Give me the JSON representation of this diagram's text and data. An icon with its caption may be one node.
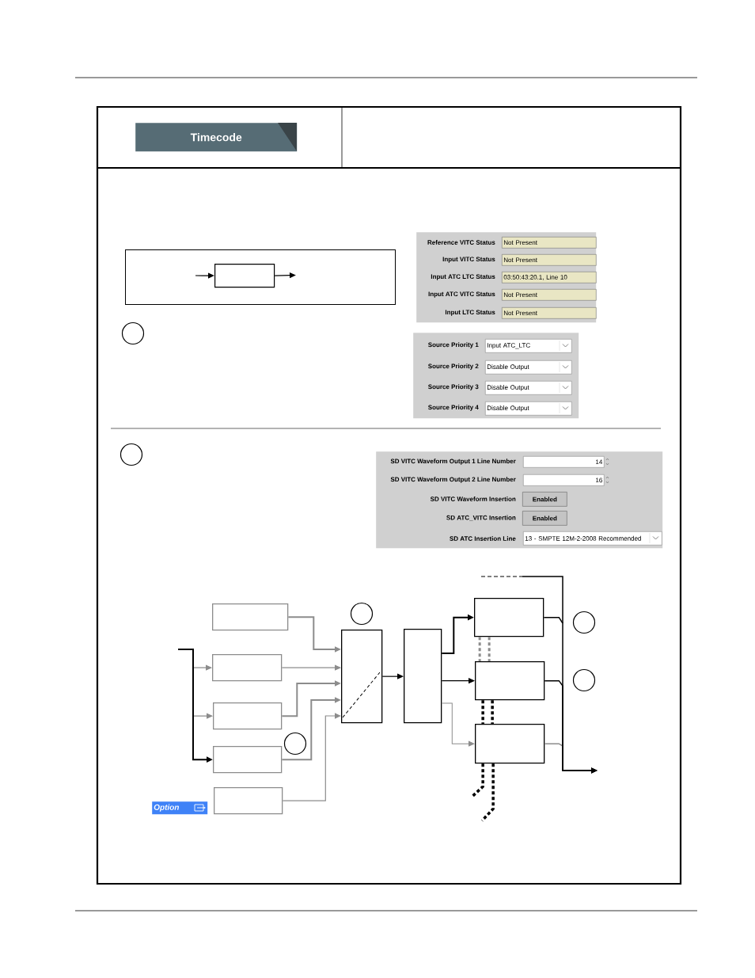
{
  "diagram": {
    "nodes": [
      {
        "text": [
          "Timecode"
        ]
      },
      {
        "text": [],
        "shape": "box"
      },
      {
        "text": [],
        "shape": "box",
        "in": 1
      },
      {
        "text": [
          "Reference VITC Status",
          "Input VITC Status",
          "Input ATC LTC Status",
          "Input ATC VITC Status",
          "Input LTC Status"
        ]
      },
      {
        "text": [
          "Not Present"
        ],
        "in": 3
      },
      {
        "text": [
          "Not Present"
        ],
        "in": 3
      },
      {
        "text": [
          "03:50:43:20.1, Line 10"
        ],
        "in": 3
      },
      {
        "text": [
          "Not Present"
        ],
        "in": 3
      },
      {
        "text": [
          "Not Present"
        ],
        "in": 3
      },
      {
        "text": [],
        "shape": "circle"
      },
      {
        "text": [
          "Source Priority 1",
          "Source Priority 2",
          "Source Priority 3",
          "Source Priority 4"
        ]
      },
      {
        "text": [
          "Input ATC_LTC"
        ],
        "in": 10
      },
      {
        "text": [
          "Disable Output"
        ],
        "in": 10
      },
      {
        "text": [
          "Disable Output"
        ],
        "in": 10
      },
      {
        "text": [
          "Disable Output"
        ],
        "in": 10
      },
      {
        "text": [],
        "shape": "circle"
      },
      {
        "text": [
          "SD VITC Waveform Output 1 Line Number",
          "SD VITC Waveform Output 2 Line Number",
          "SD VITC Waveform Insertion",
          "SD ATC_VITC Insertion",
          "SD ATC Insertion Line"
        ]
      },
      {
        "text": [
          "14"
        ],
        "in": 16
      },
      {
        "text": [
          "16"
        ],
        "in": 16
      },
      {
        "text": [
          "Enabled"
        ],
        "in": 16
      },
      {
        "text": [
          "Enabled"
        ],
        "in": 16
      },
      {
        "text": [
          "13 - SMPTE 12M-2-2008 Recommended"
        ],
        "in": 16
      },
      {
        "text": [],
        "shape": "box"
      },
      {
        "text": [],
        "shape": "box"
      },
      {
        "text": [],
        "shape": "box"
      },
      {
        "text": [],
        "shape": "box"
      },
      {
        "text": [],
        "shape": "box"
      },
      {
        "text": [
          "Option"
        ]
      },
      {
        "text": [],
        "shape": "box"
      },
      {
        "text": [],
        "shape": "box"
      },
      {
        "text": [],
        "shape": "box"
      },
      {
        "text": [],
        "shape": "box"
      },
      {
        "text": [],
        "shape": "box"
      },
      {
        "text": [],
        "shape": "circle"
      },
      {
        "text": [],
        "shape": "circle"
      },
      {
        "text": [],
        "shape": "circle"
      },
      {
        "text": [],
        "shape": "circle"
      }
    ],
    "edges": [
      {
        "from": null,
        "to": 2,
        "arrow": "to"
      },
      {
        "from": 2,
        "to": null,
        "arrow": "to"
      },
      {
        "from": 22,
        "to": 28,
        "arrow": "to",
        "color": "#8c8c8c"
      },
      {
        "from": 23,
        "to": 28,
        "arrow": "to",
        "color": "#8c8c8c"
      },
      {
        "from": 24,
        "to": 28,
        "arrow": "to",
        "color": "#8c8c8c"
      },
      {
        "from": 25,
        "to": 28,
        "arrow": "to",
        "color": "#8c8c8c"
      },
      {
        "from": 26,
        "to": 28,
        "arrow": "to",
        "color": "#8c8c8c"
      },
      {
        "from": null,
        "to": 23,
        "arrow": "to",
        "color": "#8c8c8c"
      },
      {
        "from": null,
        "to": 24,
        "arrow": "to",
        "color": "#8c8c8c"
      },
      {
        "from": null,
        "to": 25,
        "arrow": "to"
      },
      {
        "from": 28,
        "to": 29,
        "arrow": "to"
      },
      {
        "from": 29,
        "to": 30,
        "arrow": "to"
      },
      {
        "from": 29,
        "to": 31,
        "arrow": "to"
      },
      {
        "from": 29,
        "to": 32,
        "arrow": "to",
        "color": "#8c8c8c"
      },
      {
        "from": 30,
        "to": 31,
        "arrow": "none",
        "style": "dashed",
        "color": "#8c8c8c"
      },
      {
        "from": 30,
        "to": 31,
        "arrow": "none",
        "style": "dashed",
        "color": "#8c8c8c"
      },
      {
        "from": 31,
        "to": 32,
        "arrow": "none",
        "style": "dashed"
      },
      {
        "from": 31,
        "to": 32,
        "arrow": "none",
        "style": "dashed"
      },
      {
        "from": 32,
        "to": null,
        "arrow": "none",
        "style": "dashed"
      },
      {
        "from": 32,
        "to": null,
        "arrow": "none",
        "style": "dashed"
      },
      {
        "from": 30,
        "to": null,
        "arrow": "to"
      },
      {
        "from": 31,
        "to": null,
        "arrow": "to"
      },
      {
        "from": 32,
        "to": null,
        "arrow": "to",
        "color": "#8c8c8c"
      }
    ]
  }
}
